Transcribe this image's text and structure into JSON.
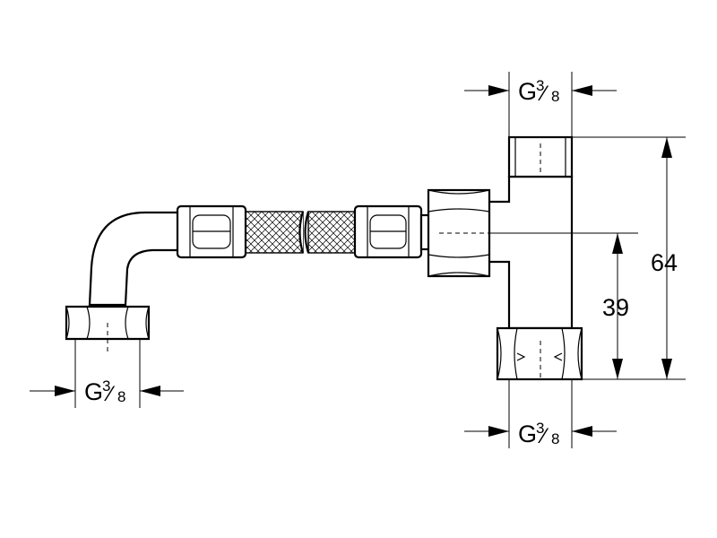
{
  "thread_labels": {
    "top": {
      "letter": "G",
      "num": "3",
      "den": "8"
    },
    "bottom": {
      "letter": "G",
      "num": "3",
      "den": "8"
    },
    "left_nut": {
      "letter": "G",
      "num": "3",
      "den": "8"
    }
  },
  "dimensions": {
    "overall_height": "64",
    "outlet_height": "39"
  }
}
